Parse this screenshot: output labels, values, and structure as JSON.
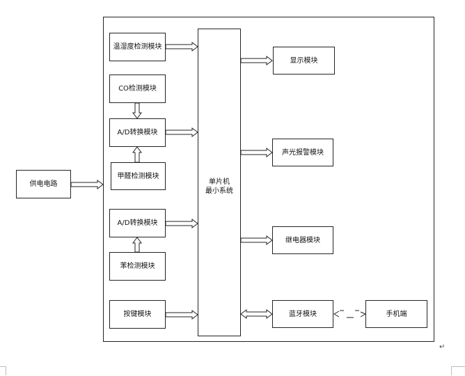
{
  "diagram": {
    "power_supply": "供电电路",
    "mcu": [
      "单片机",
      "最小系统"
    ],
    "inputs": {
      "temp_humidity": "温湿度检测模块",
      "co": "CO检测模块",
      "adc_1": "A/D转换模块",
      "formaldehyde": "甲醛检测模块",
      "adc_2": "A/D转换模块",
      "benzene": "苯检测模块",
      "keys": "按键模块"
    },
    "outputs": {
      "display": "显示模块",
      "alarm": "声光报警模块",
      "relay": "继电器模块",
      "bluetooth": "蓝牙模块",
      "phone": "手机端"
    },
    "paragraph_mark": "↵"
  }
}
